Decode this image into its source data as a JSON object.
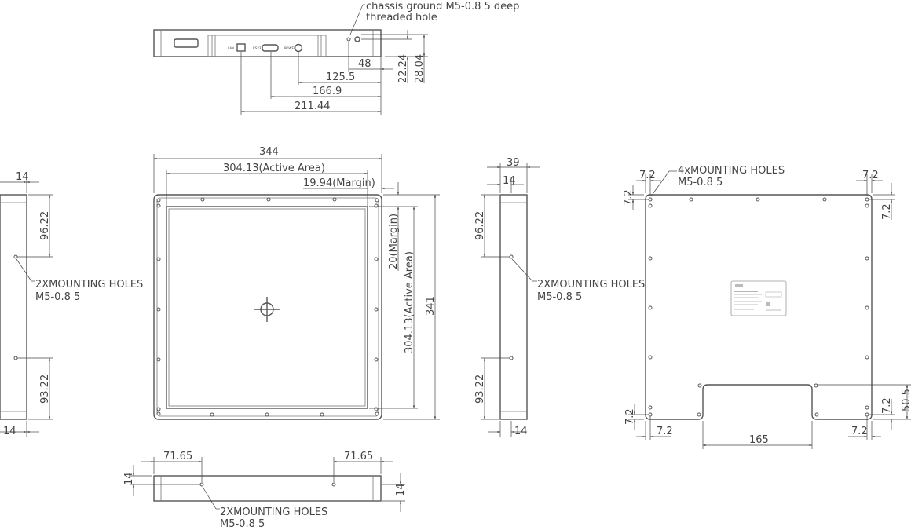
{
  "notes": {
    "chassis_ground_1": "chassis ground M5-0.8  5 deep",
    "chassis_ground_2": "threaded hole",
    "mount4_1": "4xMOUNTING HOLES",
    "mount4_2": "M5-0.8  5",
    "mount2_1": "2XMOUNTING HOLES",
    "mount2_2": "M5-0.8  5"
  },
  "ports": {
    "lan": "LAN",
    "rs": "RS232",
    "power": "POWER"
  },
  "top_view": {
    "d48": "48",
    "d125": "125.5",
    "d166": "166.9",
    "d211": "211.44",
    "d22": "22.24",
    "d28": "28.04"
  },
  "front_view": {
    "width": "344",
    "active_w": "304.13(Active Area)",
    "margin_w": "19.94(Margin)",
    "margin_h": "20(Margin)",
    "active_h": "304.13(Active Area)",
    "height": "341"
  },
  "left_view": {
    "top": "14",
    "d96": "96.22",
    "d93": "93.22",
    "bottom": "14"
  },
  "right_view": {
    "depth": "39",
    "top": "14",
    "d96": "96.22",
    "d93": "93.22",
    "bottom": "14"
  },
  "bottom_view": {
    "left": "71.65",
    "right": "71.65",
    "h_left": "14",
    "h_right": "14"
  },
  "back_view": {
    "tl_x": "7.2",
    "tl_y": "7.2",
    "tr_x": "7.2",
    "tr_y": "7.2",
    "bl_y": "7.2",
    "bl_x": "7.2",
    "br_y": "7.2",
    "br_x": "7.2",
    "notch_w": "165",
    "notch_h": "50.5"
  }
}
